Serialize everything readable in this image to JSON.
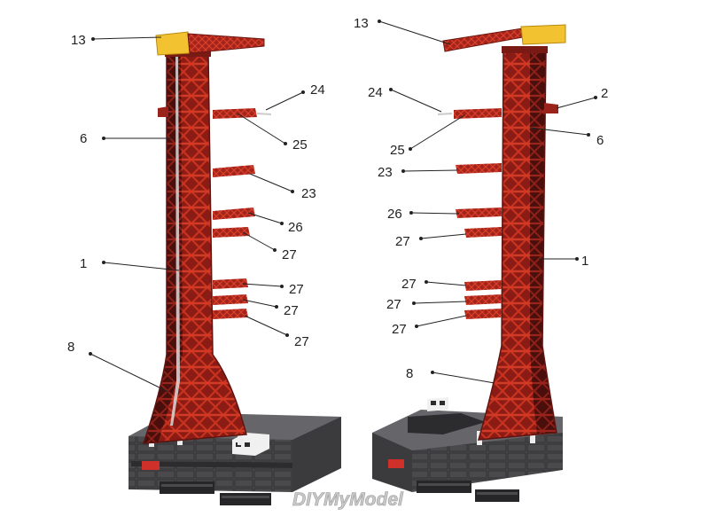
{
  "diagram": {
    "watermark": "DIYMyModel",
    "left_view": {
      "callouts": [
        {
          "id": "13",
          "label": "13"
        },
        {
          "id": "24",
          "label": "24"
        },
        {
          "id": "6",
          "label": "6"
        },
        {
          "id": "25",
          "label": "25"
        },
        {
          "id": "23",
          "label": "23"
        },
        {
          "id": "26",
          "label": "26"
        },
        {
          "id": "27a",
          "label": "27"
        },
        {
          "id": "1",
          "label": "1"
        },
        {
          "id": "27b",
          "label": "27"
        },
        {
          "id": "27c",
          "label": "27"
        },
        {
          "id": "27d",
          "label": "27"
        },
        {
          "id": "8",
          "label": "8"
        }
      ]
    },
    "right_view": {
      "callouts": [
        {
          "id": "13",
          "label": "13"
        },
        {
          "id": "24",
          "label": "24"
        },
        {
          "id": "2",
          "label": "2"
        },
        {
          "id": "25",
          "label": "25"
        },
        {
          "id": "6",
          "label": "6"
        },
        {
          "id": "23",
          "label": "23"
        },
        {
          "id": "26",
          "label": "26"
        },
        {
          "id": "27a",
          "label": "27"
        },
        {
          "id": "1",
          "label": "1"
        },
        {
          "id": "27b",
          "label": "27"
        },
        {
          "id": "27c",
          "label": "27"
        },
        {
          "id": "27d",
          "label": "27"
        },
        {
          "id": "8",
          "label": "8"
        }
      ]
    },
    "colors": {
      "tower_red": "#b8251b",
      "tower_dark": "#5e1410",
      "tower_shadow": "#7a1a14",
      "crane_yellow": "#f2c230",
      "base_gray": "#4a4a4c",
      "base_top": "#66666a",
      "base_dark": "#2c2c2e",
      "accent_red": "#d0302a"
    }
  }
}
